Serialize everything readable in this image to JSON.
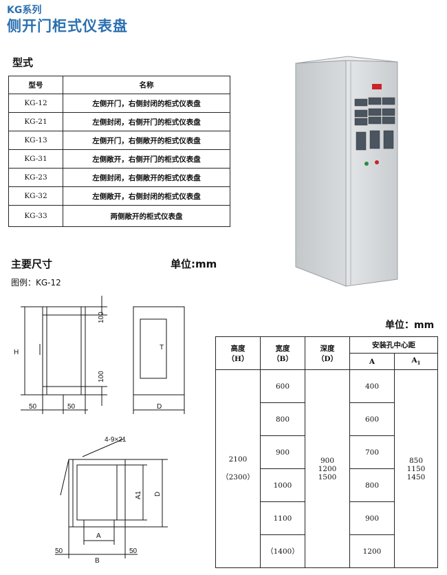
{
  "header": {
    "series": "KG系列",
    "title": "侧开门柜式仪表盘"
  },
  "types_section": {
    "heading": "型式"
  },
  "types_table": {
    "col_model": "型号",
    "col_name": "名称",
    "rows": [
      {
        "model": "KG-12",
        "name": "左侧开门，右侧封闭的柜式仪表盘"
      },
      {
        "model": "KG-21",
        "name": "左侧封闭，右侧开门的柜式仪表盘"
      },
      {
        "model": "KG-13",
        "name": "左侧开门，右侧敞开的柜式仪表盘"
      },
      {
        "model": "KG-31",
        "name": "左侧敞开，右侧开门的柜式仪表盘"
      },
      {
        "model": "KG-23",
        "name": "左侧封闭，右侧敞开的柜式仪表盘"
      },
      {
        "model": "KG-32",
        "name": "左侧敞开，右侧封闭的柜式仪表盘"
      },
      {
        "model": "KG-33",
        "name": "两侧敞开的柜式仪表盘"
      }
    ]
  },
  "dims_section": {
    "heading": "主要尺寸",
    "unit": "单位:mm",
    "example": "图例：KG-12"
  },
  "drawing_labels": {
    "h": "H",
    "top100": "100",
    "bot100": "100",
    "w50a": "50",
    "w50b": "50",
    "t": "T",
    "d": "D",
    "holes": "4-9×21",
    "a1": "A1",
    "d2": "D",
    "a": "A",
    "b": "B",
    "bl50": "50",
    "br50": "50"
  },
  "dims_table": {
    "unit": "单位：mm",
    "col_height": "高度",
    "col_height_sym": "（H）",
    "col_width": "宽度",
    "col_width_sym": "（B）",
    "col_depth": "深度",
    "col_depth_sym": "（D）",
    "col_holes": "安装孔中心距",
    "col_a": "A",
    "col_a1": "A1",
    "height_value": "2100",
    "height_alt": "（2300）",
    "widths": [
      "600",
      "800",
      "900",
      "1000",
      "1100",
      "（1400）"
    ],
    "depths": [
      "900",
      "1200",
      "1500"
    ],
    "a_values": [
      "400",
      "600",
      "700",
      "800",
      "900",
      "1200"
    ],
    "a1_values": [
      "850",
      "1150",
      "1450"
    ]
  },
  "colors": {
    "title": "#2a6fb0",
    "cabinet": "#d6d9db"
  }
}
